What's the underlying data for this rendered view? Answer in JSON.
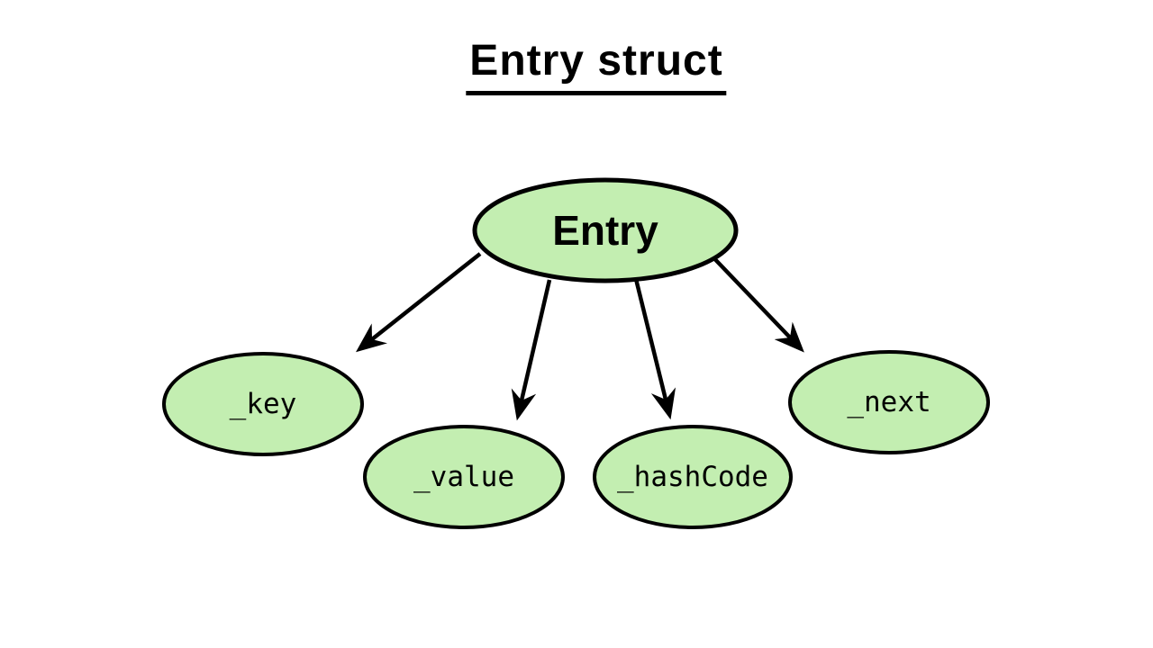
{
  "title": {
    "text": "Entry struct"
  },
  "colors": {
    "node_fill": "#c3eeb1",
    "node_stroke": "#000000",
    "arrow": "#000000",
    "title_color": "#000000",
    "background": "#ffffff"
  },
  "diagram": {
    "root": {
      "label": "Entry"
    },
    "children": [
      {
        "label": "_key"
      },
      {
        "label": "_value"
      },
      {
        "label": "_hashCode"
      },
      {
        "label": "_next"
      }
    ]
  }
}
